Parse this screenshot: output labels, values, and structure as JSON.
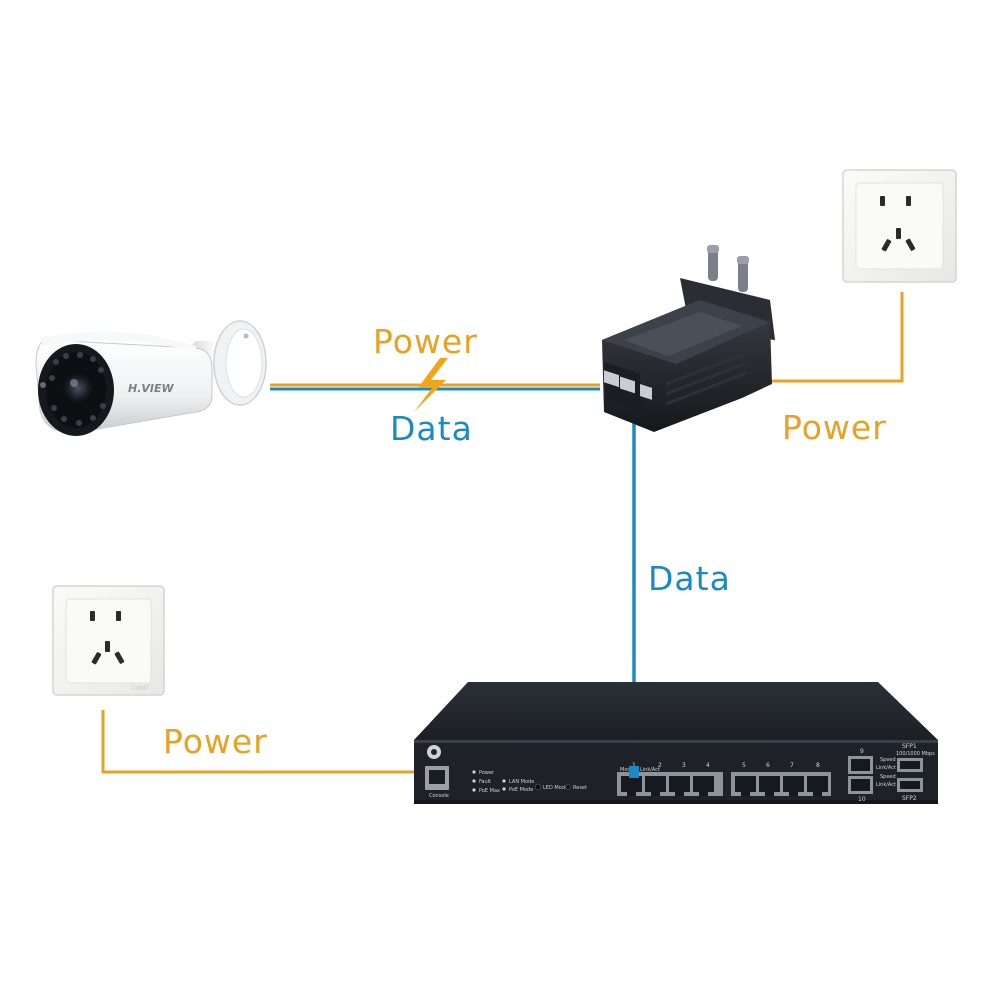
{
  "colors": {
    "power": "#e8a123",
    "data": "#1a8ac6",
    "device": "#23272c",
    "outlet": "#f4f4f2"
  },
  "labels": {
    "camera_power": "Power",
    "camera_data": "Data",
    "injector_power": "Power",
    "uplink_data": "Data",
    "switch_power": "Power"
  },
  "camera": {
    "brand": "H.VIEW",
    "icon": "bullet-camera-icon"
  },
  "injector": {
    "icon": "poe-injector-icon"
  },
  "outlets": {
    "icon": "wall-outlet-icon",
    "lower_mark": "CHNT"
  },
  "switch": {
    "icon": "poe-switch-icon",
    "console_label": "Console",
    "led_labels": [
      "Power",
      "Fault",
      "PoE Max"
    ],
    "mode_labels": [
      "LAN Mode",
      "PoE Mode",
      "LED Mode",
      "Reset"
    ],
    "port_header": [
      "Mode",
      "Link/Act"
    ],
    "port_numbers": [
      "1",
      "2",
      "3",
      "4",
      "5",
      "6",
      "7",
      "8"
    ],
    "uplink_numbers": [
      "9",
      "10"
    ],
    "uplink_leds": [
      "Speed",
      "Link/Act",
      "Speed",
      "Link/Act"
    ],
    "sfp_labels": [
      "SFP1",
      "SFP2"
    ],
    "sfp_speed": "100/1000 Mbps"
  }
}
